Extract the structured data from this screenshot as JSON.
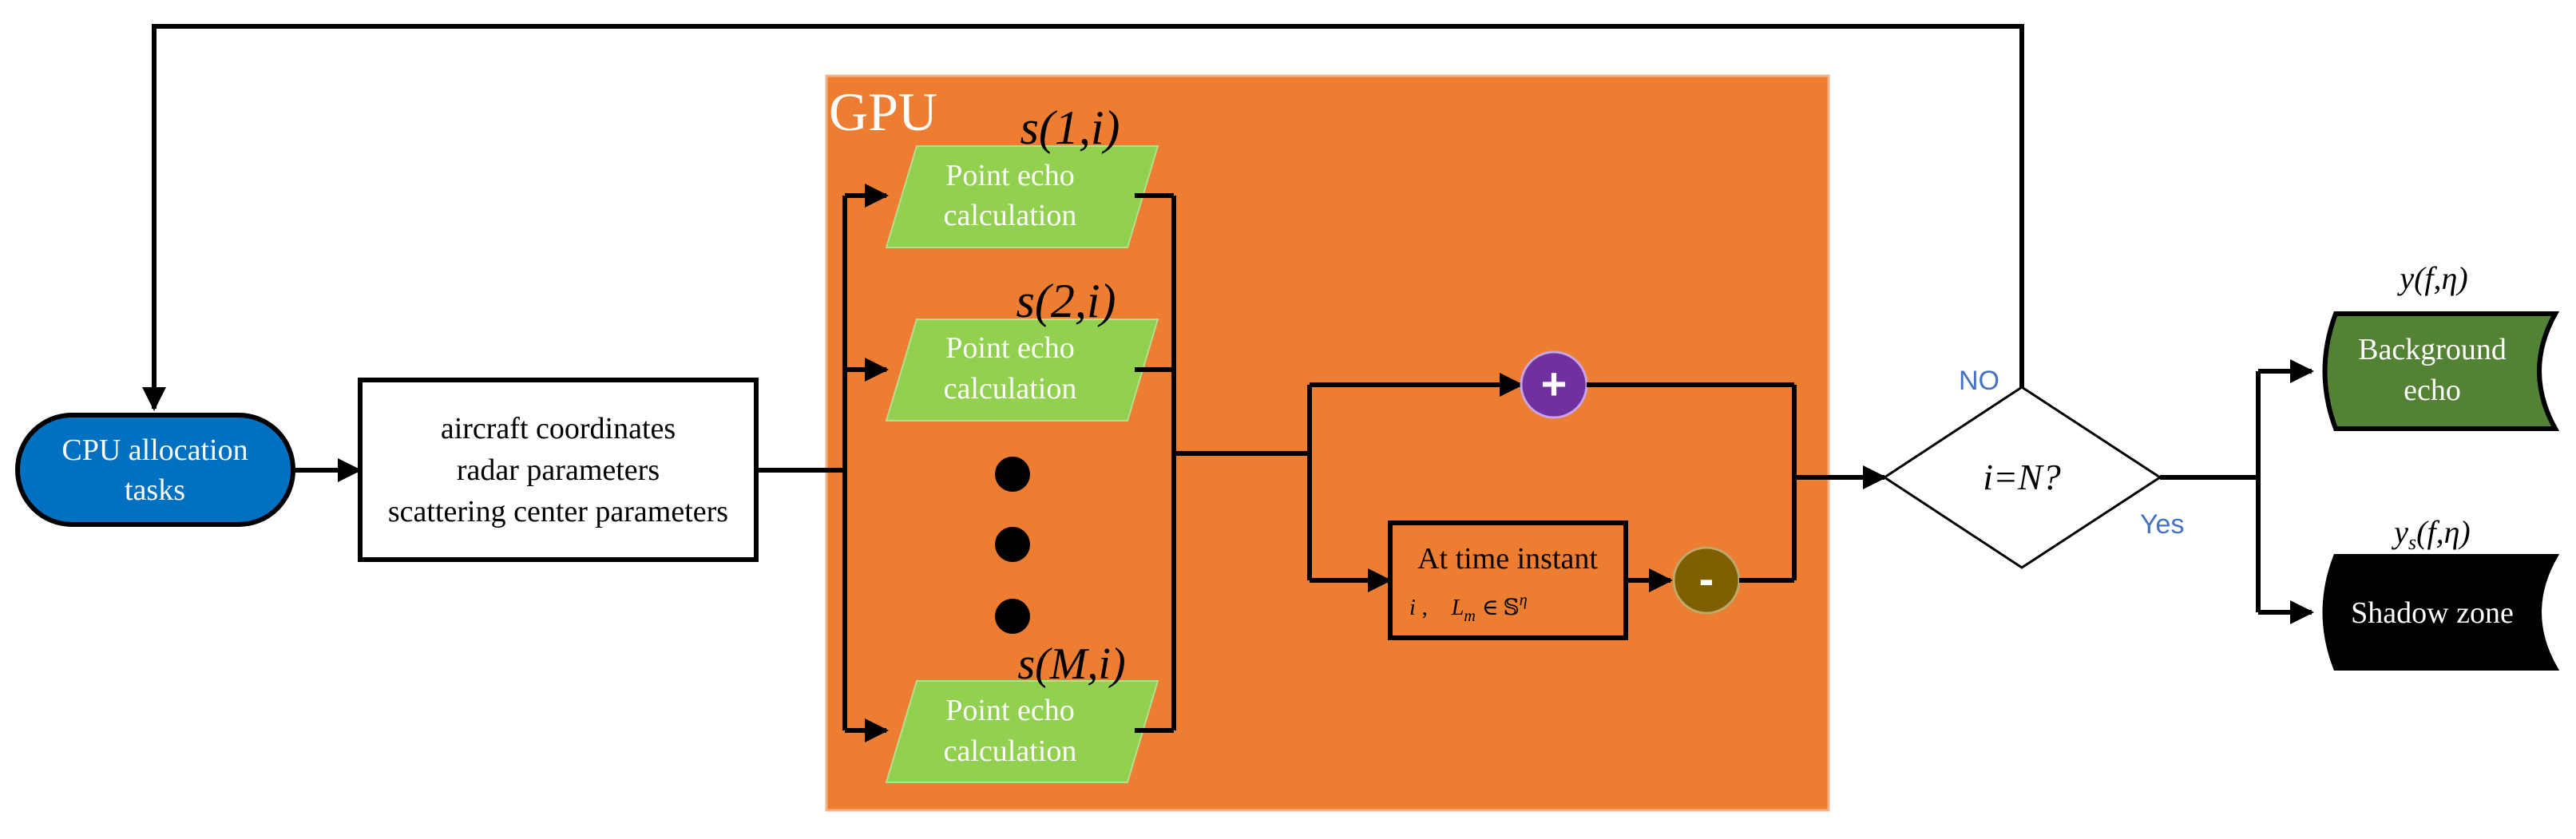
{
  "colors": {
    "gpu_bg": "#ED7D31",
    "gpu_border": "#F4B183",
    "cpu_fill": "#0070C0",
    "point_echo_fill": "#92D050",
    "plus_fill": "#7030A0",
    "minus_fill": "#7F6000",
    "background_echo_fill": "#548235",
    "shadow_zone_fill": "#000000",
    "branch_label": "#4472C4"
  },
  "cpu": {
    "line1": "CPU allocation",
    "line2": "tasks"
  },
  "params": {
    "line1": "aircraft coordinates",
    "line2": "radar parameters",
    "line3": "scattering center parameters"
  },
  "gpu": {
    "label": "GPU",
    "point_echo_boxes": [
      {
        "line1": "Point echo",
        "line2": "calculation",
        "signal": "s(1,i)"
      },
      {
        "line1": "Point echo",
        "line2": "calculation",
        "signal": "s(2,i)"
      },
      {
        "line1": "Point echo",
        "line2": "calculation",
        "signal": "s(M,i)"
      }
    ],
    "plus_symbol": "+",
    "minus_symbol": "-",
    "time_box": {
      "line1": "At time instant",
      "var_i": "i",
      "separator": ",",
      "var_L": "L",
      "sub_m": "m",
      "in_symbol": "∈",
      "set_symbol": "𝕊",
      "sup_eta": "η"
    }
  },
  "decision": {
    "text": "i=N?",
    "no_label": "NO",
    "yes_label": "Yes"
  },
  "outputs": {
    "background": {
      "line1": "Background",
      "line2": "echo",
      "signal": "y(f,η)"
    },
    "shadow": {
      "line1": "Shadow zone",
      "signal_y": "y",
      "signal_sub": "s",
      "signal_args": "(f,η)"
    }
  },
  "icons": {
    "ellipsis": "vertical-dots-icon",
    "plus": "plus-icon",
    "minus": "minus-icon"
  }
}
